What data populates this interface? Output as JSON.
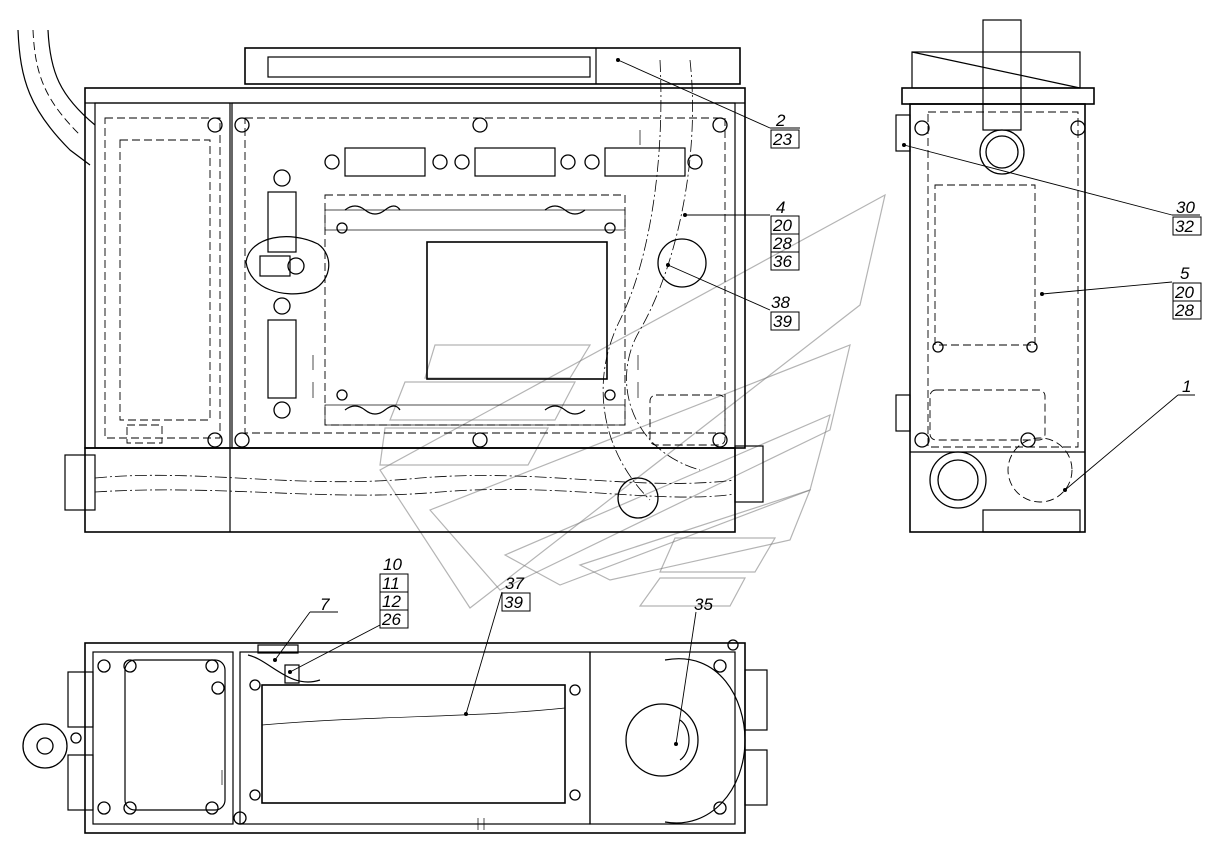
{
  "callouts": {
    "c_2": "2",
    "c_23": "23",
    "c_4": "4",
    "c_20a": "20",
    "c_28a": "28",
    "c_36": "36",
    "c_38": "38",
    "c_39a": "39",
    "c_30": "30",
    "c_32": "32",
    "c_5": "5",
    "c_20b": "20",
    "c_28b": "28",
    "c_1": "1",
    "c_10": "10",
    "c_11": "11",
    "c_12": "12",
    "c_26": "26",
    "c_7": "7",
    "c_37": "37",
    "c_39b": "39",
    "c_35": "35"
  }
}
